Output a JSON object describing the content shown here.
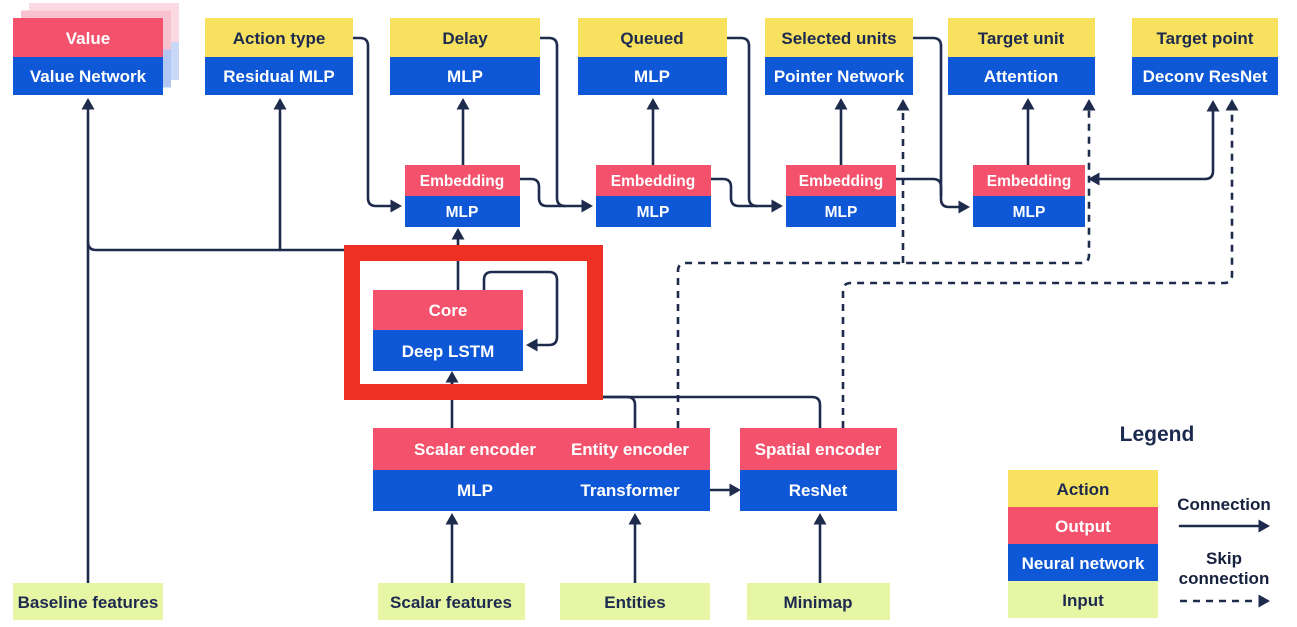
{
  "diagram": {
    "output_heads": [
      {
        "action": "Value",
        "network": "Value Network"
      },
      {
        "action": "Action type",
        "network": "Residual MLP"
      },
      {
        "action": "Delay",
        "network": "MLP"
      },
      {
        "action": "Queued",
        "network": "MLP"
      },
      {
        "action": "Selected units",
        "network": "Pointer Network"
      },
      {
        "action": "Target unit",
        "network": "Attention"
      },
      {
        "action": "Target point",
        "network": "Deconv ResNet"
      }
    ],
    "embeddings": [
      {
        "output": "Embedding",
        "network": "MLP"
      },
      {
        "output": "Embedding",
        "network": "MLP"
      },
      {
        "output": "Embedding",
        "network": "MLP"
      },
      {
        "output": "Embedding",
        "network": "MLP"
      }
    ],
    "core": {
      "output": "Core",
      "network": "Deep LSTM"
    },
    "encoders": [
      {
        "output": "Scalar encoder",
        "network": "MLP"
      },
      {
        "output": "Entity encoder",
        "network": "Transformer"
      },
      {
        "output": "Spatial encoder",
        "network": "ResNet"
      }
    ],
    "inputs": [
      {
        "label": "Baseline features"
      },
      {
        "label": "Scalar features"
      },
      {
        "label": "Entities"
      },
      {
        "label": "Minimap"
      }
    ],
    "legend": {
      "title": "Legend",
      "items": [
        {
          "label": "Action"
        },
        {
          "label": "Output"
        },
        {
          "label": "Neural network"
        },
        {
          "label": "Input"
        }
      ],
      "connection": "Connection",
      "skip_line1": "Skip",
      "skip_line2": "connection"
    },
    "colors": {
      "action_yellow": "#F8E15F",
      "output_pink": "#F4516C",
      "network_blue": "#0E57D6",
      "input_green": "#E7F6A4",
      "line_navy": "#1F2B4D",
      "highlight_red": "#EE3124",
      "text_navy": "#1D2A50"
    }
  }
}
